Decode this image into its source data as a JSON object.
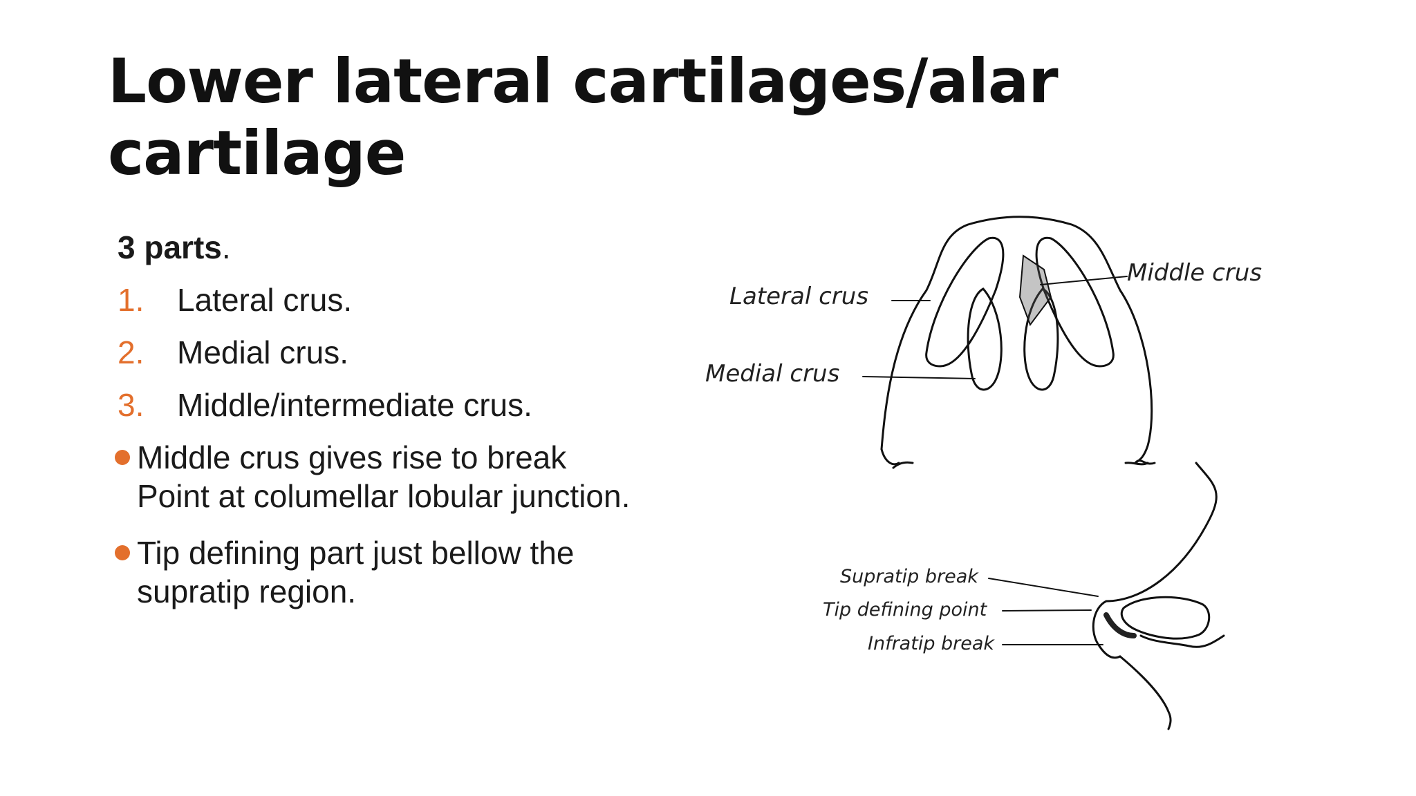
{
  "title": "Lower lateral cartilages/alar cartilage",
  "intro_bold": "3 parts",
  "intro_rest": ".",
  "numbered": [
    {
      "num": "1.",
      "text": "Lateral crus."
    },
    {
      "num": "2.",
      "text": "Medial crus."
    },
    {
      "num": "3.",
      "text": "Middle/intermediate crus."
    }
  ],
  "bullets": [
    {
      "line1": "Middle crus gives rise to break",
      "line2": "Point at columellar lobular junction."
    },
    {
      "line1": "Tip defining part just bellow the",
      "line2": "supratip region."
    }
  ],
  "diagram_top": {
    "lateral_label": "Lateral crus",
    "medial_label": "Medial crus",
    "middle_label": "Middle crus"
  },
  "diagram_side": {
    "supratip_label": "Supratip break",
    "tip_label": "Tip defining point",
    "infratip_label": "Infratip break"
  },
  "colors": {
    "accent": "#e36f2c",
    "text": "#111111"
  }
}
